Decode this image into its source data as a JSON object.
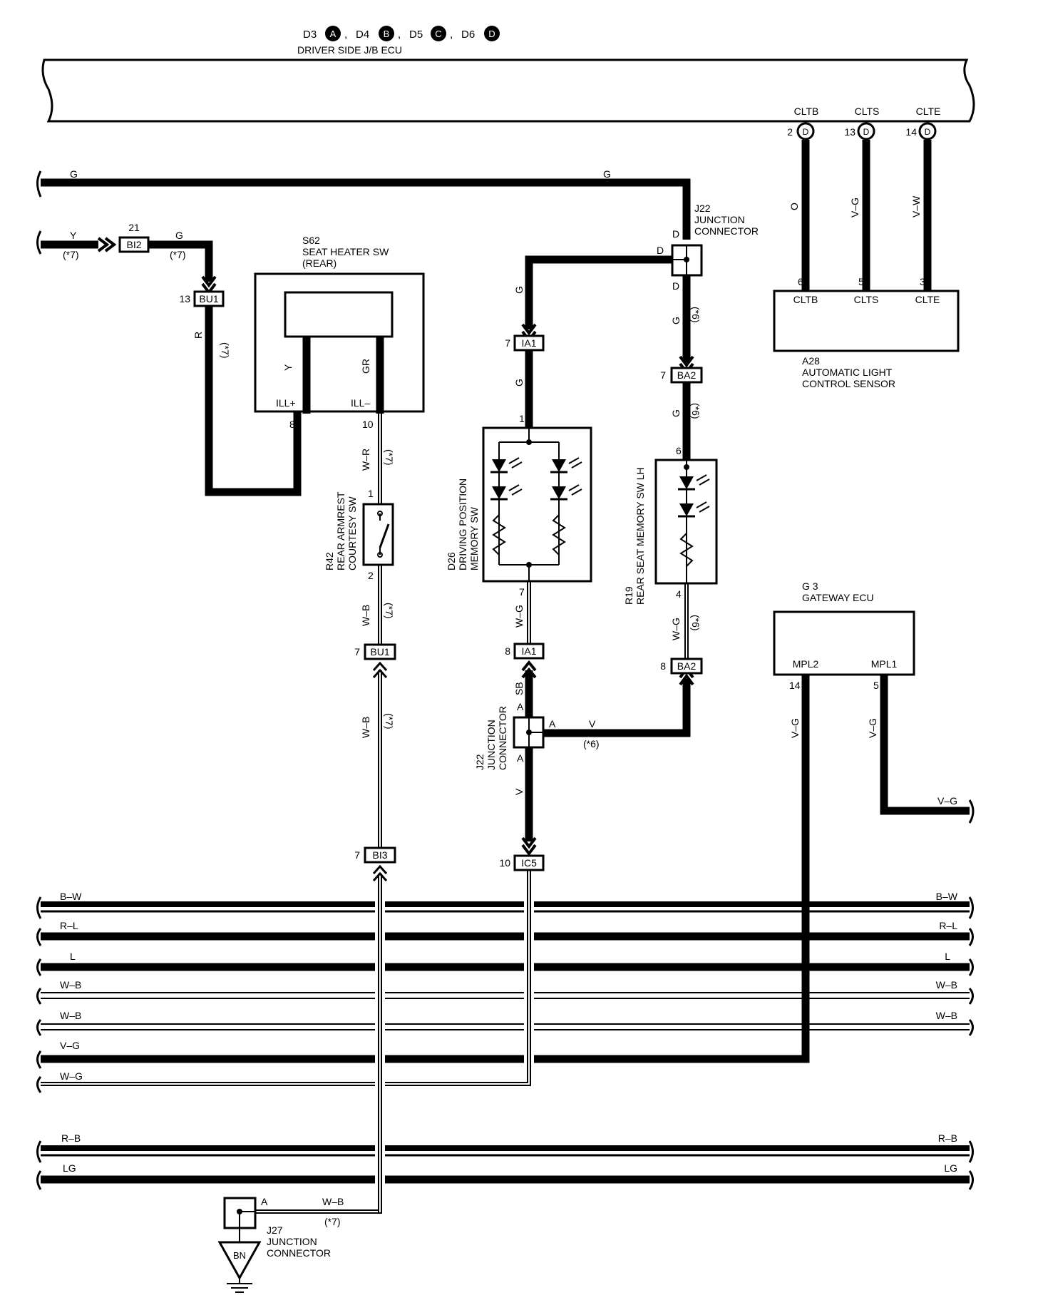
{
  "ecu": {
    "title": "DRIVER SIDE J/B ECU",
    "con_prefix": [
      "D3",
      "D4",
      "D5",
      "D6"
    ],
    "con_letter": [
      "A",
      "B",
      "C",
      "D"
    ],
    "pins": [
      {
        "name": "CLTB",
        "num": "2",
        "letter": "D"
      },
      {
        "name": "CLTS",
        "num": "13",
        "letter": "D"
      },
      {
        "name": "CLTE",
        "num": "14",
        "letter": "D"
      }
    ]
  },
  "wires": {
    "g_top_left": "G",
    "g_top_mid": "G",
    "y_in": "Y",
    "y_note": "(*7)",
    "g_after_bi2": "G",
    "g_note": "(*7)",
    "r_down": "R",
    "r_note": "(*7)",
    "y_inside": "Y",
    "gr_inside": "GR",
    "w_r": "W–R",
    "w_r_note": "(*7)",
    "w_b_1": "W–B",
    "w_b_1_note": "(*7)",
    "w_b_2": "W–B",
    "w_b_2_note": "(*7)",
    "g_d26_1": "G",
    "g_d26_2": "G",
    "w_g_d26": "W–G",
    "sb": "SB",
    "v_down": "V",
    "v_h": "V",
    "v_note": "(*6)",
    "g_r19_1": "G",
    "g_r19_1_note": "(*6)",
    "g_r19_2": "G",
    "g_r19_2_note": "(*6)",
    "w_g_r19": "W–G",
    "w_g_r19_note": "(*6)",
    "o": "O",
    "v_g_a": "V–G",
    "v_w": "V–W",
    "v_g_mpl2": "V–G",
    "v_g_mpl1": "V–G",
    "v_g_out": "V–G",
    "w_b_j27": "W–B",
    "w_b_j27_note": "(*7)"
  },
  "connectors": {
    "bi2": {
      "id": "BI2",
      "pin": "21"
    },
    "bu1_top": {
      "id": "BU1",
      "pin": "13"
    },
    "bu1_mid": {
      "id": "BU1",
      "pin": "7"
    },
    "bi3": {
      "id": "BI3",
      "pin": "7"
    },
    "ia1_top": {
      "id": "IA1",
      "pin": "7"
    },
    "ia1_bot": {
      "id": "IA1",
      "pin": "8"
    },
    "ic5": {
      "id": "IC5",
      "pin": "10"
    },
    "ba2_top": {
      "id": "BA2",
      "pin": "7"
    },
    "ba2_bot": {
      "id": "BA2",
      "pin": "8"
    }
  },
  "components": {
    "s62": {
      "code": "S62",
      "name1": "SEAT HEATER SW",
      "name2": "(REAR)",
      "ill_plus": "ILL+",
      "ill_minus": "ILL–",
      "pin_plus": "8",
      "pin_minus": "10"
    },
    "r42": {
      "code": "R42",
      "name1": "REAR ARMREST",
      "name2": "COURTESY SW",
      "pin_top": "1",
      "pin_bot": "2"
    },
    "d26": {
      "code": "D26",
      "name1": "DRIVING POSITION",
      "name2": "MEMORY SW",
      "pin_top": "1",
      "pin_bot": "7"
    },
    "r19": {
      "code": "R19",
      "name1": "REAR SEAT MEMORY SW LH",
      "pin_top": "6",
      "pin_bot": "4"
    },
    "j22_top": {
      "code": "J22",
      "name1": "JUNCTION",
      "name2": "CONNECTOR",
      "pin_a": "D",
      "pin_b": "D",
      "pin_c": "D"
    },
    "j22_bot": {
      "code": "J22",
      "name1": "JUNCTION",
      "name2": "CONNECTOR",
      "pin_a": "A",
      "pin_b": "A",
      "pin_c": "A"
    },
    "a28": {
      "code": "A28",
      "name1": "AUTOMATIC LIGHT",
      "name2": "CONTROL SENSOR",
      "pins": [
        "CLTB",
        "CLTS",
        "CLTE"
      ],
      "nums": [
        "6",
        "5",
        "3"
      ]
    },
    "g3": {
      "code": "G 3",
      "name": "GATEWAY ECU",
      "mpl2": "MPL2",
      "mpl1": "MPL1",
      "pin_mpl2": "14",
      "pin_mpl1": "5"
    },
    "j27": {
      "code": "J27",
      "name1": "JUNCTION",
      "name2": "CONNECTOR",
      "pin": "A",
      "ground": "BN"
    }
  },
  "buses": [
    {
      "left": "B–W",
      "right": "B–W"
    },
    {
      "left": "R–L",
      "right": "R–L"
    },
    {
      "left": "L",
      "right": "L"
    },
    {
      "left": "W–B",
      "right": "W–B"
    },
    {
      "left": "W–B",
      "right": "W–B"
    },
    {
      "left": "V–G",
      "right": ""
    },
    {
      "left": "W–G",
      "right": ""
    },
    {
      "left": "R–B",
      "right": "R–B"
    },
    {
      "left": "LG",
      "right": "LG"
    }
  ],
  "colors": {
    "ink": "#000000",
    "paper": "#ffffff"
  }
}
